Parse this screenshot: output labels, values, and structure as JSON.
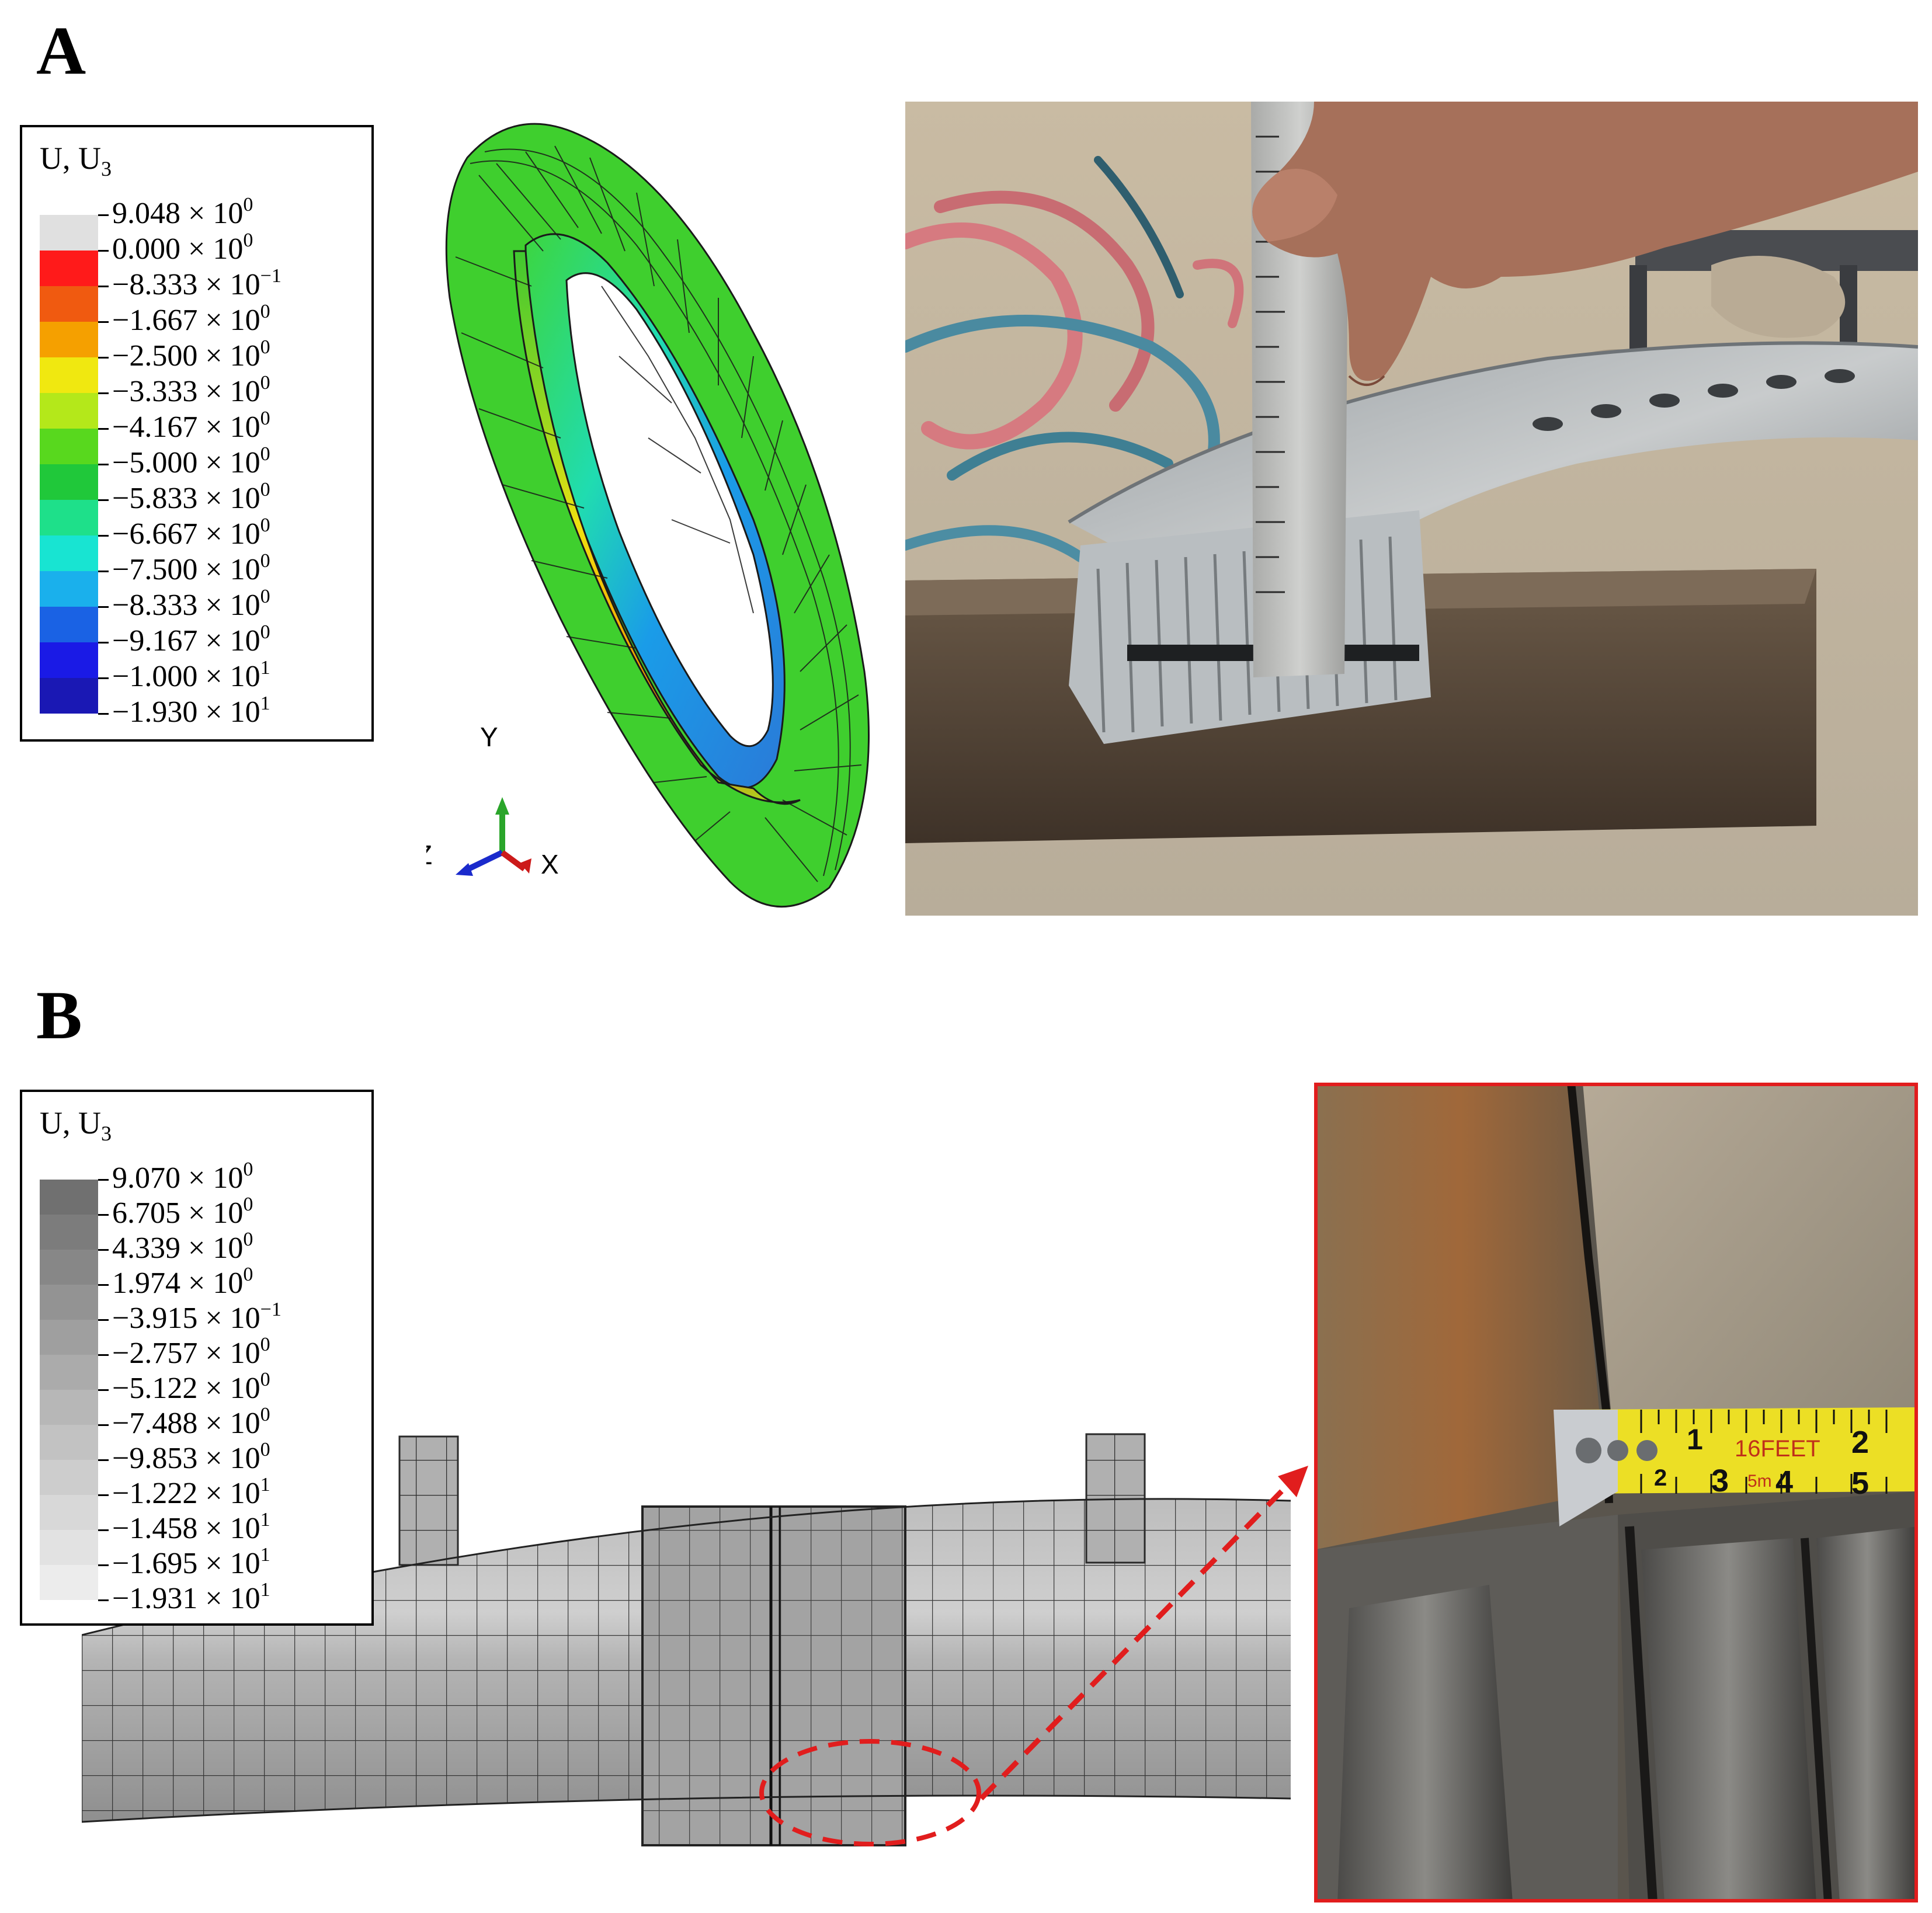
{
  "panel_a": {
    "label": "A",
    "legend": {
      "title_main": "U, U",
      "title_sub": "3",
      "entries": [
        {
          "m": "9.048",
          "e": "0",
          "neg": false,
          "color": "#e0e0e0"
        },
        {
          "m": "0.000",
          "e": "0",
          "neg": false,
          "color": "#ff1a1a"
        },
        {
          "m": "8.333",
          "e": "−1",
          "neg": true,
          "color": "#f05a10"
        },
        {
          "m": "1.667",
          "e": "0",
          "neg": true,
          "color": "#f5a000"
        },
        {
          "m": "2.500",
          "e": "0",
          "neg": true,
          "color": "#f0e810"
        },
        {
          "m": "3.333",
          "e": "0",
          "neg": true,
          "color": "#b4e81a"
        },
        {
          "m": "4.167",
          "e": "0",
          "neg": true,
          "color": "#58d81e"
        },
        {
          "m": "5.000",
          "e": "0",
          "neg": true,
          "color": "#20c83a"
        },
        {
          "m": "5.833",
          "e": "0",
          "neg": true,
          "color": "#1ee08a"
        },
        {
          "m": "6.667",
          "e": "0",
          "neg": true,
          "color": "#18e4d2"
        },
        {
          "m": "7.500",
          "e": "0",
          "neg": true,
          "color": "#1ab0ec"
        },
        {
          "m": "8.333",
          "e": "0",
          "neg": true,
          "color": "#1a62e4"
        },
        {
          "m": "9.167",
          "e": "0",
          "neg": true,
          "color": "#1a1ae6"
        },
        {
          "m": "1.000",
          "e": "1",
          "neg": true,
          "color": "#1a18b4"
        },
        {
          "m": "1.930",
          "e": "1",
          "neg": true,
          "color": "#555555"
        }
      ]
    },
    "axes": {
      "y": "Y",
      "z": "Z",
      "x": "X"
    }
  },
  "panel_b": {
    "label": "B",
    "legend": {
      "title_main": "U, U",
      "title_sub": "3",
      "entries": [
        {
          "m": "9.070",
          "e": "0",
          "neg": false,
          "color": "#707070"
        },
        {
          "m": "6.705",
          "e": "0",
          "neg": false,
          "color": "#7c7c7c"
        },
        {
          "m": "4.339",
          "e": "0",
          "neg": false,
          "color": "#878787"
        },
        {
          "m": "1.974",
          "e": "0",
          "neg": false,
          "color": "#939393"
        },
        {
          "m": "3.915",
          "e": "−1",
          "neg": true,
          "color": "#9f9f9f"
        },
        {
          "m": "2.757",
          "e": "0",
          "neg": true,
          "color": "#ababab"
        },
        {
          "m": "5.122",
          "e": "0",
          "neg": true,
          "color": "#b7b7b7"
        },
        {
          "m": "7.488",
          "e": "0",
          "neg": true,
          "color": "#c2c2c2"
        },
        {
          "m": "9.853",
          "e": "0",
          "neg": true,
          "color": "#cdcdcd"
        },
        {
          "m": "1.222",
          "e": "1",
          "neg": true,
          "color": "#d8d8d8"
        },
        {
          "m": "1.458",
          "e": "1",
          "neg": true,
          "color": "#e2e2e2"
        },
        {
          "m": "1.695",
          "e": "1",
          "neg": true,
          "color": "#ececec"
        },
        {
          "m": "1.931",
          "e": "1",
          "neg": true,
          "color": "#f6f6f6"
        }
      ]
    },
    "tape": {
      "brand": "16FEET",
      "num_1": "1",
      "num_2": "2",
      "num_3": "3",
      "num_4": "4",
      "num_5": "5",
      "metric": "5m",
      "small_2": "2"
    }
  },
  "colors": {
    "callout": "#e11d1d",
    "ring_green": "#3fcf2e"
  }
}
